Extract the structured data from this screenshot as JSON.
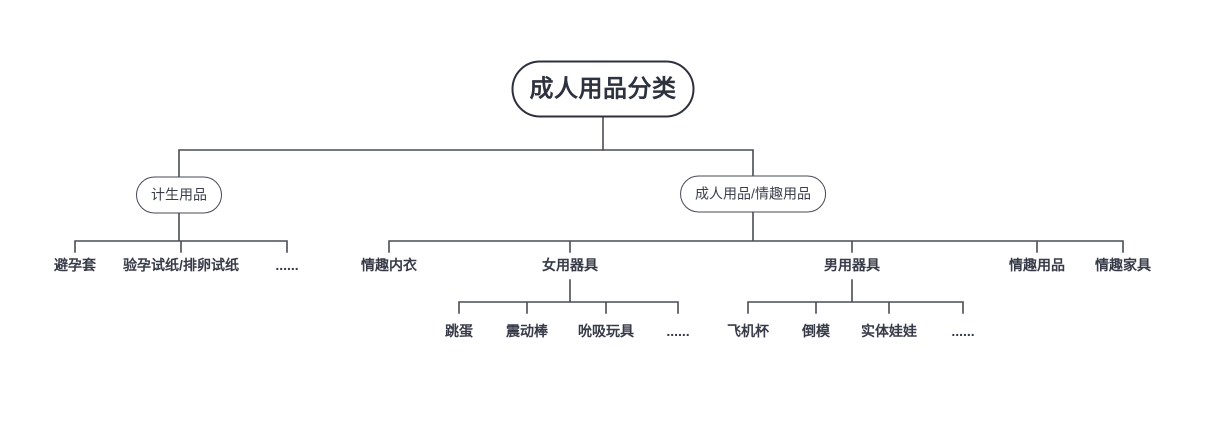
{
  "diagram_title": "成人用品分类",
  "colors": {
    "line": "#4a4d56",
    "root_border": "#2e313d",
    "pill_border": "#474a55",
    "text": "#373b48"
  },
  "tree": {
    "root": {
      "label": "成人用品分类",
      "children": [
        {
          "label": "计生用品",
          "children": [
            {
              "label": "避孕套"
            },
            {
              "label": "验孕试纸/排卵试纸"
            },
            {
              "label": "......"
            }
          ]
        },
        {
          "label": "成人用品/情趣用品",
          "children": [
            {
              "label": "情趣内衣"
            },
            {
              "label": "女用器具",
              "children": [
                {
                  "label": "跳蛋"
                },
                {
                  "label": "震动棒"
                },
                {
                  "label": "吮吸玩具"
                },
                {
                  "label": "......"
                }
              ]
            },
            {
              "label": "男用器具",
              "children": [
                {
                  "label": "飞机杯"
                },
                {
                  "label": "倒模"
                },
                {
                  "label": "实体娃娃"
                },
                {
                  "label": "......"
                }
              ]
            },
            {
              "label": "情趣用品"
            },
            {
              "label": "情趣家具"
            }
          ]
        }
      ]
    }
  }
}
